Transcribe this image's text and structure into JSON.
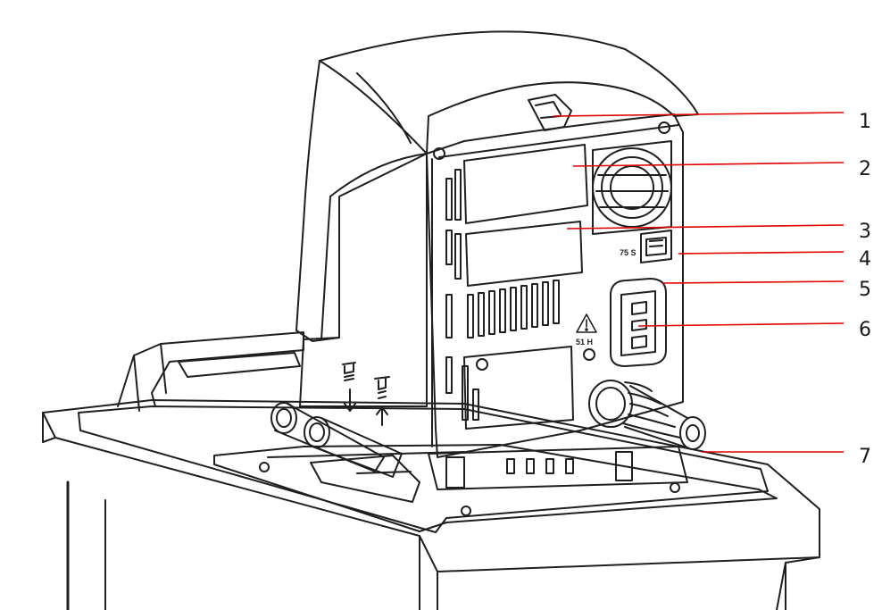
{
  "callouts": [
    {
      "number": "1",
      "line_color": "#e00000"
    },
    {
      "number": "2",
      "line_color": "#e00000"
    },
    {
      "number": "3",
      "line_color": "#e00000"
    },
    {
      "number": "4",
      "line_color": "#e00000"
    },
    {
      "number": "5",
      "line_color": "#e00000"
    },
    {
      "number": "6",
      "line_color": "#e00000"
    },
    {
      "number": "7",
      "line_color": "#e00000"
    }
  ],
  "device_labels": {
    "port_label": "75 S",
    "warning_label": "51 H",
    "warning_symbol": "warning-triangle-icon",
    "flow_symbols": [
      "flow-out-icon",
      "flow-in-icon"
    ]
  },
  "colors": {
    "outline": "#1f1f1f",
    "callout_line": "#e00000",
    "background": "#ffffff"
  }
}
